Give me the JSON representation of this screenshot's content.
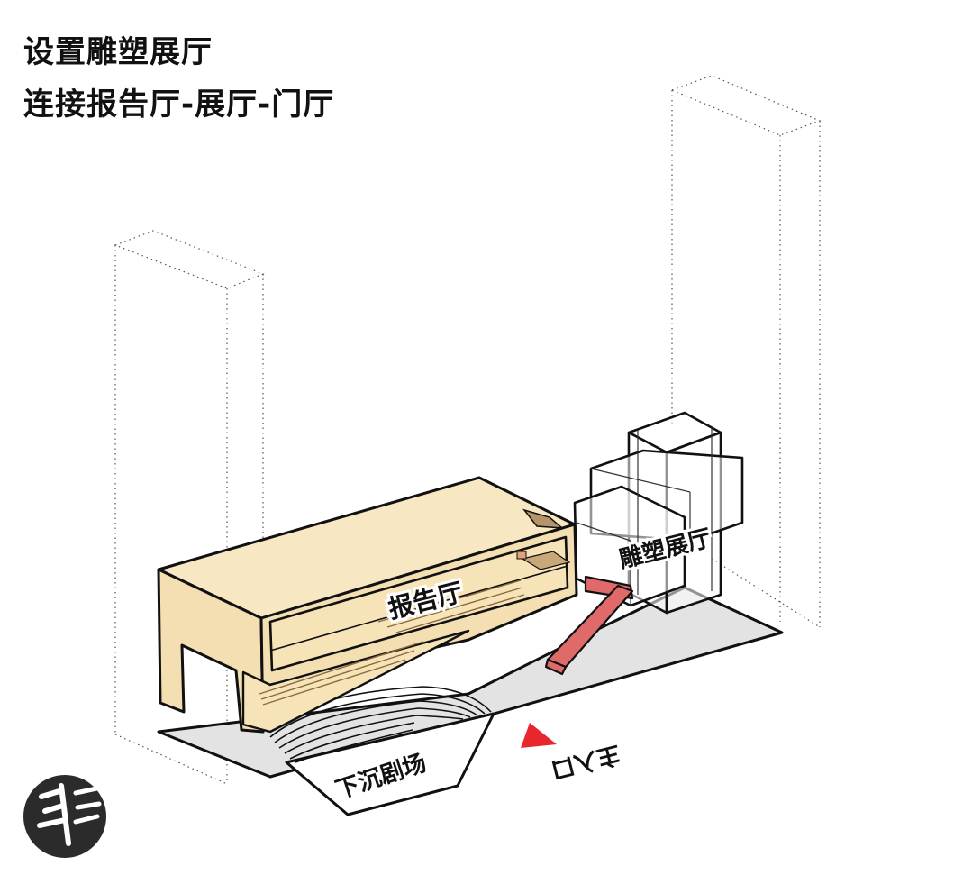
{
  "heading": {
    "line1": "设置雕塑展厅",
    "line2": "连接报告厅-展厅-门厅"
  },
  "labels": {
    "lecture_hall": "报告厅",
    "sculpture_hall": "雕塑展厅",
    "sunken_theater": "下沉剧场",
    "main_entrance": "主入口"
  },
  "colors": {
    "volume_fill": "#f3dfb1",
    "ground_fill": "#e3e3e3",
    "ramp_red": "#e06a6a",
    "entrance_arrow": "#e8262e",
    "outline": "#111111"
  }
}
